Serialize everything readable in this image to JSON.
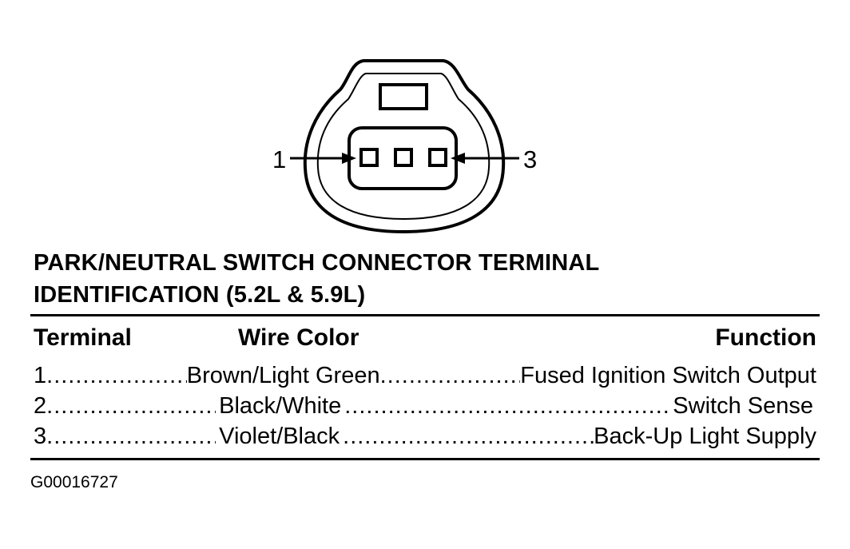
{
  "diagram": {
    "callout_left": "1",
    "callout_right": "3"
  },
  "title": {
    "line1": "PARK/NEUTRAL SWITCH CONNECTOR TERMINAL",
    "line2": "IDENTIFICATION (5.2L & 5.9L)"
  },
  "table": {
    "headers": {
      "terminal": "Terminal",
      "wire_color": "Wire Color",
      "function": "Function"
    },
    "rows": [
      {
        "terminal": "1",
        "wire_color": "Brown/Light Green",
        "function": "Fused Ignition Switch Output"
      },
      {
        "terminal": "2",
        "wire_color": "Black/White",
        "function": "Switch Sense"
      },
      {
        "terminal": "3",
        "wire_color": "Violet/Black",
        "function": "Back-Up Light Supply"
      }
    ]
  },
  "figure_id": "G00016727"
}
